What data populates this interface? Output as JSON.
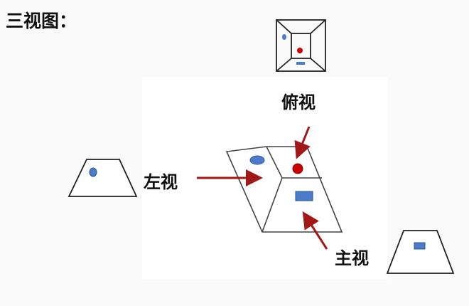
{
  "title": "三视图：",
  "labels": {
    "top_view": "俯视",
    "left_view": "左视",
    "front_view": "主视"
  },
  "colors": {
    "arrow": "#a01818",
    "blue": "#4a7cc9",
    "red": "#cc0000",
    "line": "#333333"
  }
}
